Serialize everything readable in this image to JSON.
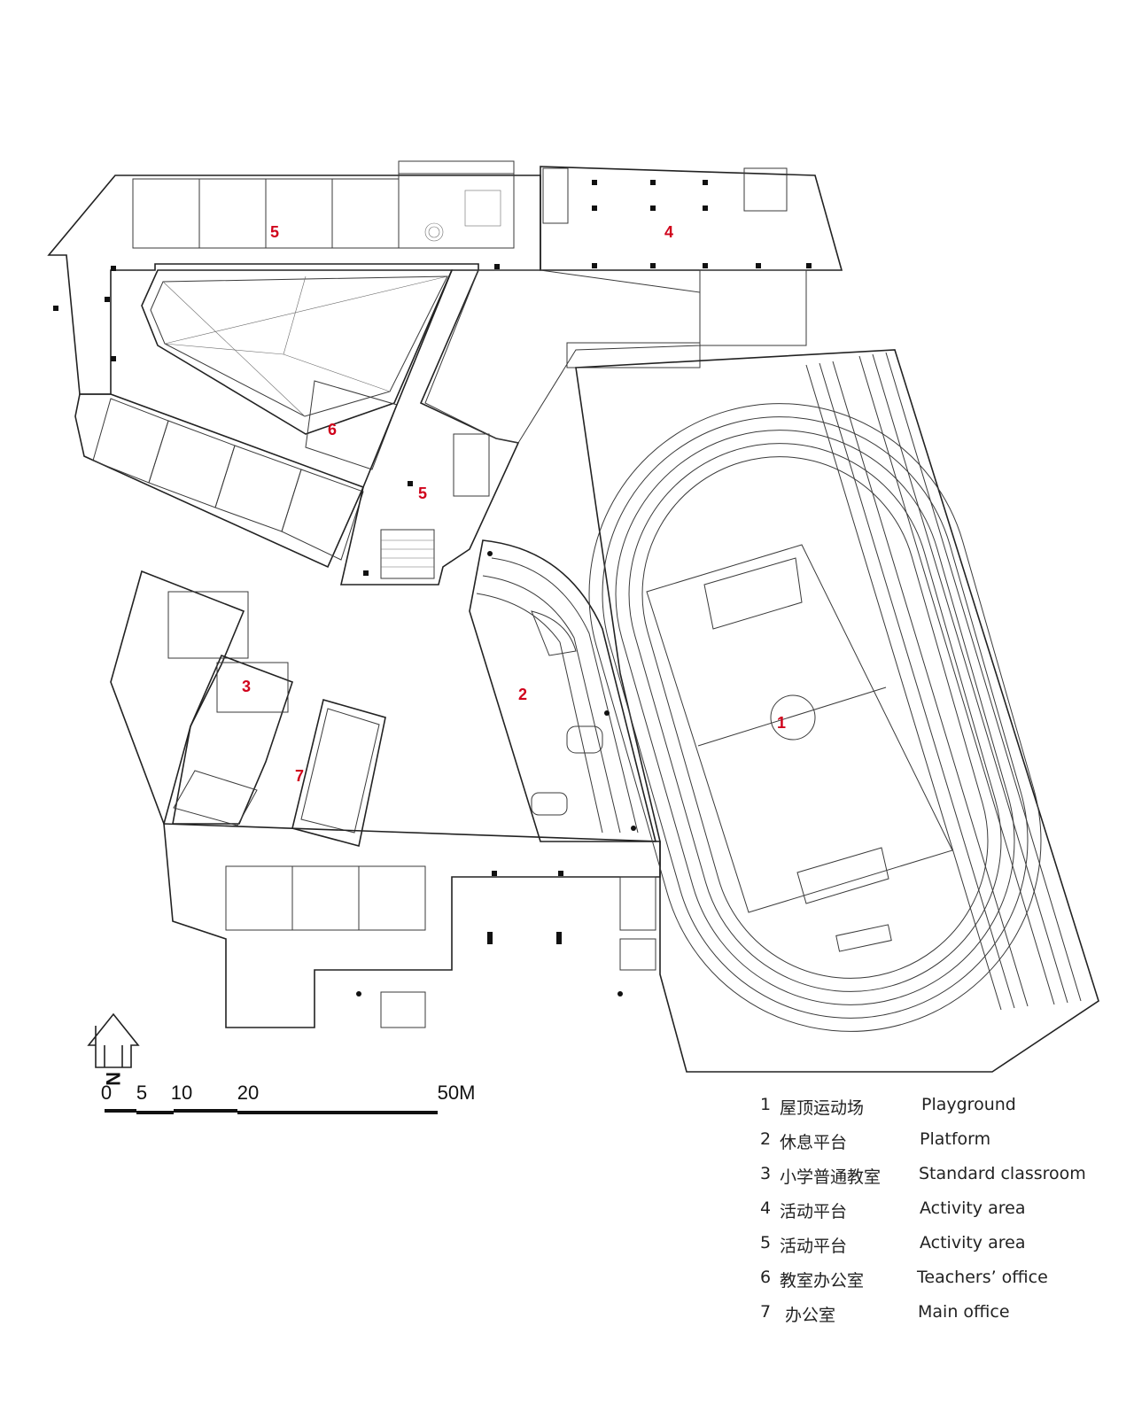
{
  "scale_bar": {
    "ticks": [
      "0",
      "5",
      "10",
      "20",
      "50M"
    ]
  },
  "north_arrow": {
    "letter": "N"
  },
  "room_labels": [
    "1",
    "2",
    "3",
    "4",
    "5",
    "5",
    "6",
    "7"
  ],
  "legend": {
    "items": [
      {
        "num": "1",
        "zh": "屋顶运动场",
        "en": "Playground"
      },
      {
        "num": "2",
        "zh": "休息平台",
        "en": "Platform"
      },
      {
        "num": "3",
        "zh": "小学普通教室",
        "en": "Standard classroom"
      },
      {
        "num": "4",
        "zh": "活动平台",
        "en": "Activity area"
      },
      {
        "num": "5",
        "zh": "活动平台",
        "en": "Activity area"
      },
      {
        "num": "6",
        "zh": "教室办公室",
        "en": "Teachers’ office"
      },
      {
        "num": "7",
        "zh": "办公室",
        "en": "Main office"
      }
    ]
  },
  "colors": {
    "label": "#d0021b",
    "line": "#3a3a3a"
  }
}
